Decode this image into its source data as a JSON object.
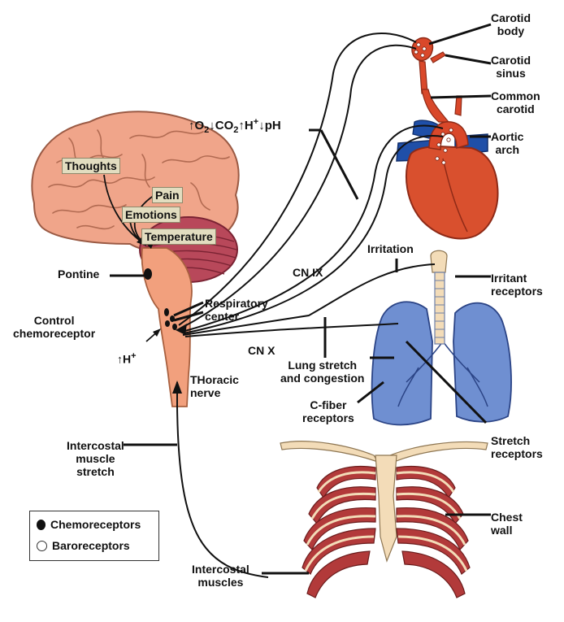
{
  "labels": {
    "carotid_body": "Carotid\nbody",
    "carotid_sinus": "Carotid\nsinus",
    "common_carotid": "Common\ncarotid",
    "aortic_arch": "Aortic\narch",
    "chem_stimuli_pre": "↑O",
    "chem_stimuli_sub1": "2",
    "chem_stimuli_mid": "↓CO",
    "chem_stimuli_sub2": "2",
    "chem_stimuli_h": "↑H",
    "chem_stimuli_sup": "+",
    "chem_stimuli_post": "↓pH",
    "thoughts": "Thoughts",
    "pain": "Pain",
    "emotions": "Emotions",
    "temperature": "Temperature",
    "pontine": "Pontine",
    "irritation": "Irritation",
    "irritant_receptors": "Irritant\nreceptors",
    "cn_ix": "CN IX",
    "respiratory_center": "Respiratory\ncenter",
    "control_chemoreceptor": "Control\nchemoreceptor",
    "cn_x": "CN X",
    "h_plus_base": "↑H",
    "h_plus_sup": "+",
    "lung_stretch": "Lung stretch\nand congestion",
    "thoracic_nerve": "THoracic\nnerve",
    "c_fiber": "C-fiber\nreceptors",
    "stretch_receptors": "Stretch\nreceptors",
    "intercostal_muscle_stretch": "Intercostal\nmuscle\nstretch",
    "chest_wall": "Chest\nwall",
    "intercostal_muscles": "Intercostal\nmuscles"
  },
  "legend": {
    "chemoreceptors": "Chemoreceptors",
    "baroreceptors": "Baroreceptors"
  },
  "colors": {
    "brain": "#f0a58a",
    "cerebellum": "#b8485a",
    "brainstem": "#f2a07d",
    "heart": "#d9502e",
    "aorta_blue": "#1f4fa8",
    "artery": "#d9482a",
    "lung": "#6f8fd1",
    "ribs_bone": "#f3dcb8",
    "rib_muscle": "#b23a3a",
    "nerve_line": "#111111"
  }
}
